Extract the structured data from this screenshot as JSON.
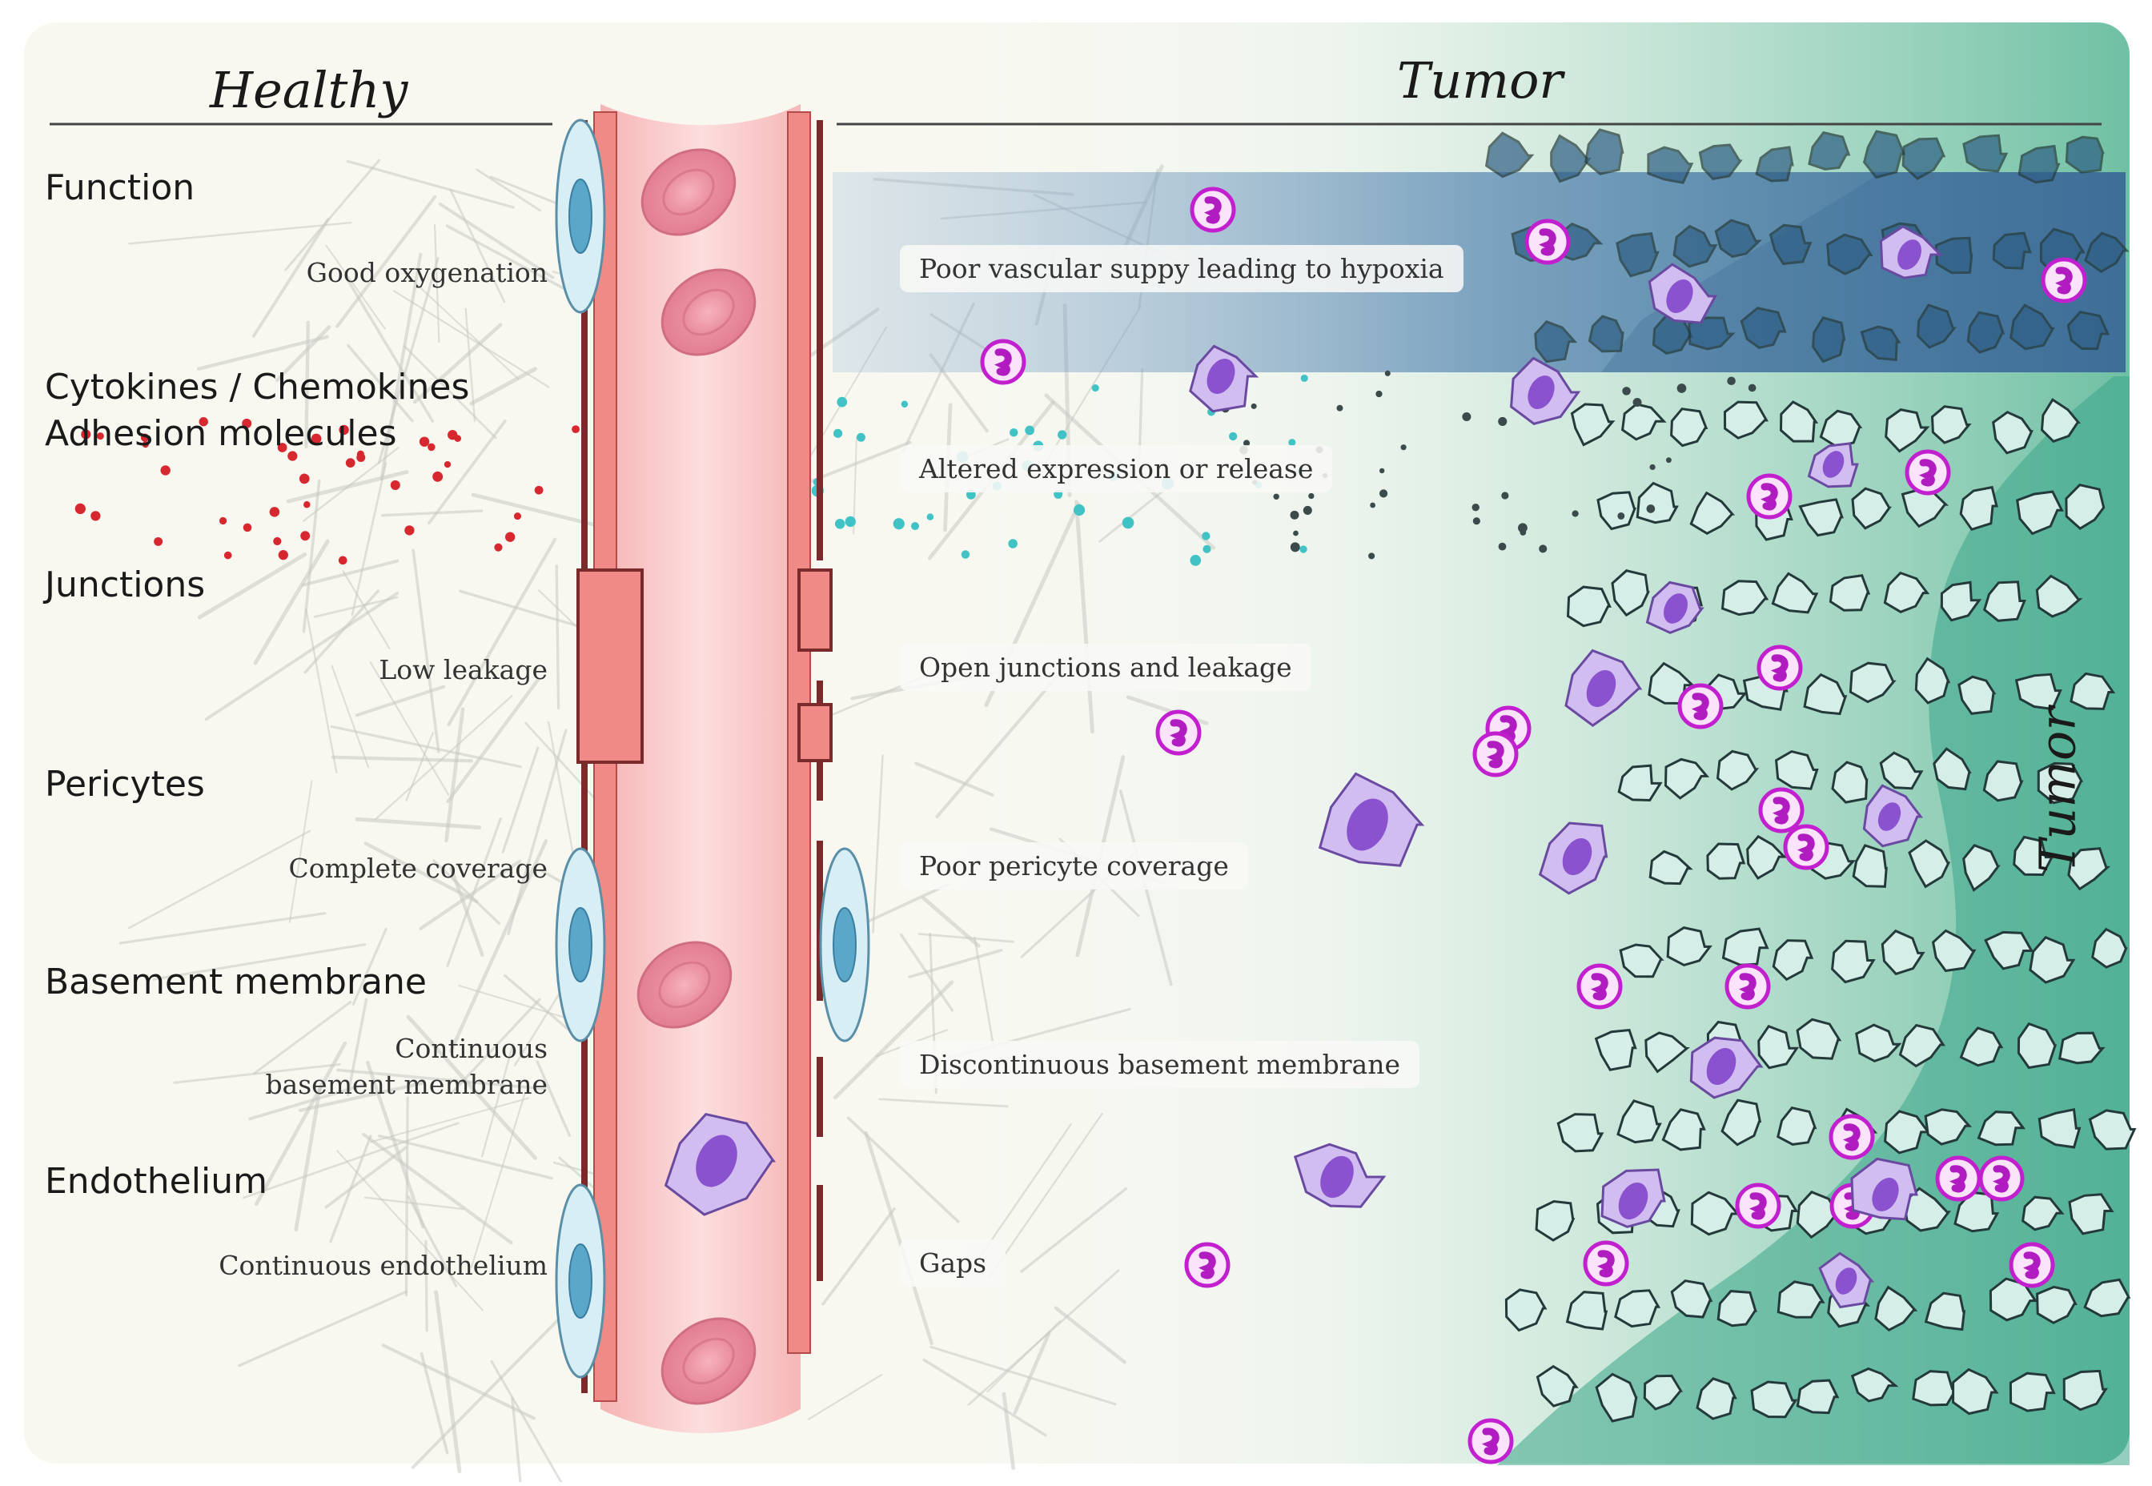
{
  "headers": {
    "healthy": "Healthy",
    "tumor": "Tumor",
    "tumor_side": "Tumor"
  },
  "categories": [
    {
      "title": "Function",
      "healthy": "Good oxygenation",
      "tumor": "Poor vascular suppy leading to hypoxia"
    },
    {
      "title": "Cytokines / Chemokines\nAdhesion molecules",
      "healthy": "",
      "tumor": "Altered expression or release"
    },
    {
      "title": "Junctions",
      "healthy": "Low leakage",
      "tumor": "Open junctions and leakage"
    },
    {
      "title": "Pericytes",
      "healthy": "Complete coverage",
      "tumor": "Poor pericyte coverage"
    },
    {
      "title": "Basement membrane",
      "healthy": "Continuous\nbasement membrane",
      "tumor": "Discontinuous basement membrane"
    },
    {
      "title": "Endothelium",
      "healthy": "Continuous endothelium",
      "tumor": "Gaps"
    }
  ],
  "colors": {
    "vessel_wall": "#ef8a86",
    "vessel_lumen": "#fbd3d3",
    "basement_membrane": "#7a2a2a",
    "red_blood_cell": "#e87f92",
    "pericyte": "#5ba7c9",
    "cytokine_red": "#d7282f",
    "chemokine_teal": "#41c3c6",
    "tumor_stroma": "#3aa688",
    "tumor_cell": "#d6eee8",
    "hypoxia_band": "#5b86b0",
    "immune_cell_magenta": "#c21fcf",
    "macrophage": "#b28fd9"
  }
}
